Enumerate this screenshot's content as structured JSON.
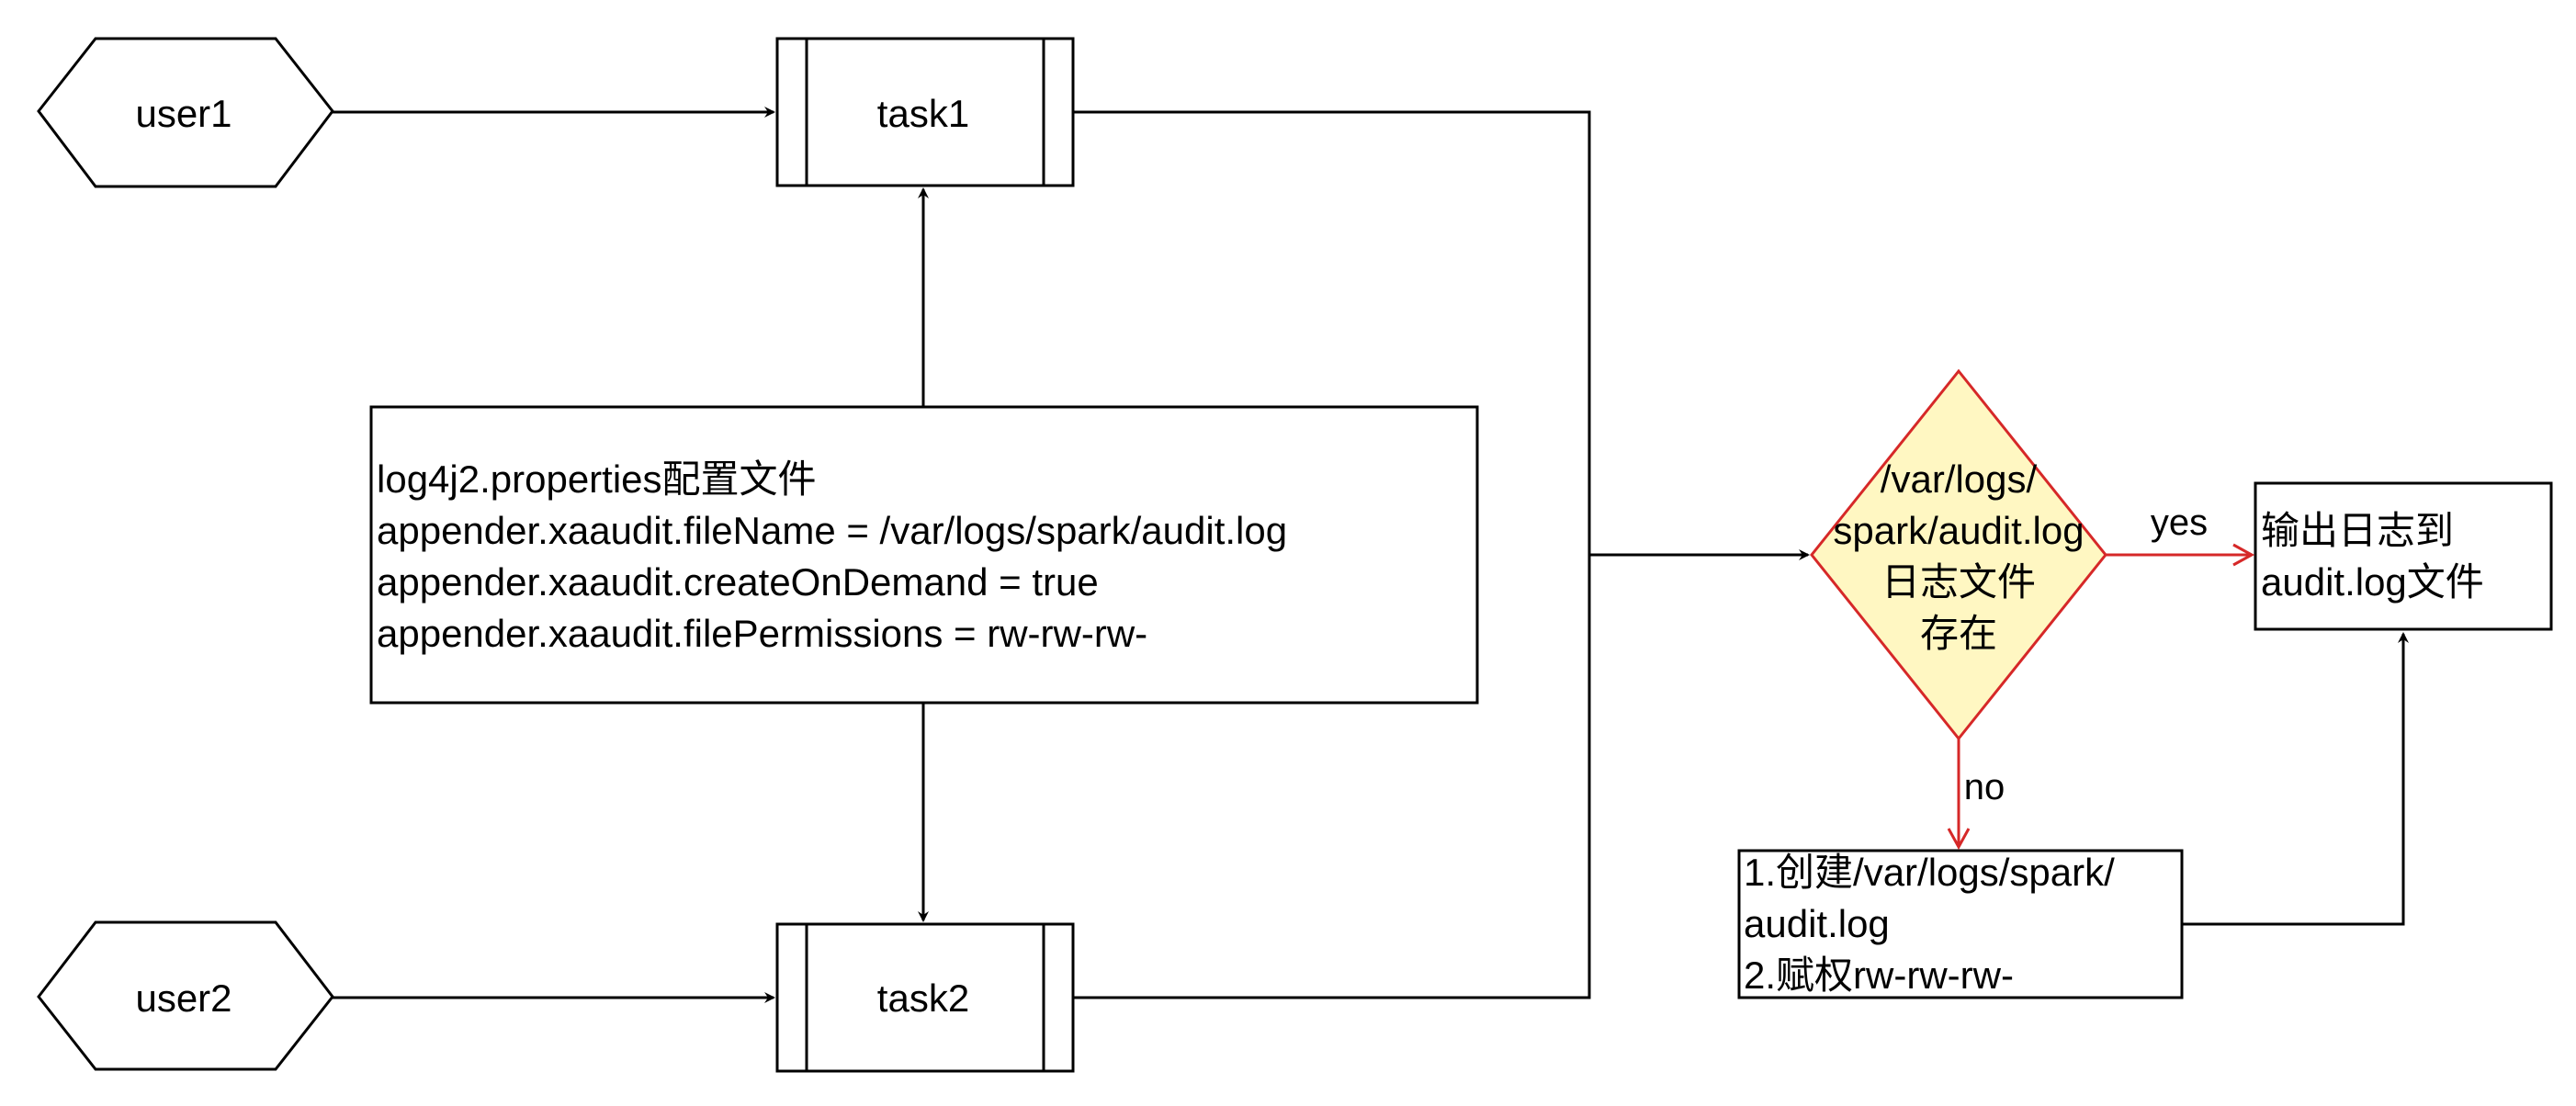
{
  "users": [
    {
      "label": "user1"
    },
    {
      "label": "user2"
    }
  ],
  "tasks": [
    {
      "label": "task1"
    },
    {
      "label": "task2"
    }
  ],
  "config_box": {
    "lines": [
      "log4j2.properties配置文件",
      "appender.xaaudit.fileName = /var/logs/spark/audit.log",
      "appender.xaaudit.createOnDemand = true",
      "appender.xaaudit.filePermissions = rw-rw-rw-"
    ]
  },
  "decision": {
    "lines": [
      "/var/logs/",
      "spark/audit.log",
      "日志文件",
      "存在"
    ]
  },
  "edges": {
    "yes_label": "yes",
    "no_label": "no"
  },
  "output_box": {
    "lines": [
      "输出日志到",
      "audit.log文件"
    ]
  },
  "create_box": {
    "lines": [
      "1.创建/var/logs/spark/",
      "audit.log",
      "2.赋权rw-rw-rw-"
    ]
  },
  "colors": {
    "stroke": "#000000",
    "decision_fill": "#fff7c2",
    "decision_stroke": "#d62828",
    "red_edge": "#d62828"
  }
}
